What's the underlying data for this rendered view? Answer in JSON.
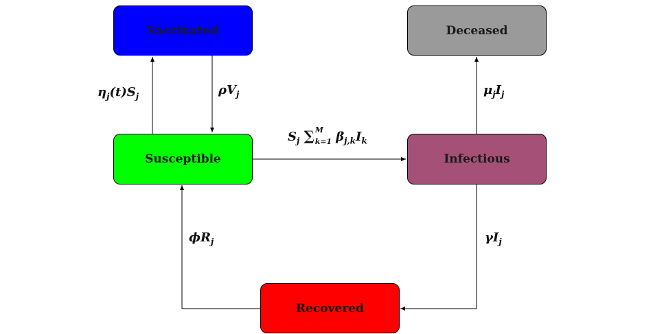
{
  "nodes": {
    "vaccinated": {
      "label": "Vaccinated",
      "color": "#0000ff"
    },
    "deceased": {
      "label": "Deceased",
      "color": "#9a9a9a"
    },
    "susceptible": {
      "label": "Susceptible",
      "color": "#00ff00"
    },
    "infectious": {
      "label": "Infectious",
      "color": "#a55077"
    },
    "recovered": {
      "label": "Recovered",
      "color": "#ff0000"
    }
  },
  "edges": {
    "vaccination": {
      "main": "η",
      "sub1": "j",
      "arg": "(t)",
      "var": "S",
      "sub2": "j"
    },
    "waning": {
      "main": "ρV",
      "sub": "j"
    },
    "infection": {
      "s": "S",
      "s_sub": "j",
      "sum": "∑",
      "upper": "M",
      "lower": "k=1",
      "beta": "β",
      "beta_sub": "j,k",
      "i": "I",
      "i_sub": "k"
    },
    "death": {
      "main": "μ",
      "sub1": "j",
      "var": "I",
      "sub2": "j"
    },
    "recovery": {
      "main": "γI",
      "sub": "j"
    },
    "immunity_loss": {
      "main": "ϕR",
      "sub": "j"
    }
  }
}
